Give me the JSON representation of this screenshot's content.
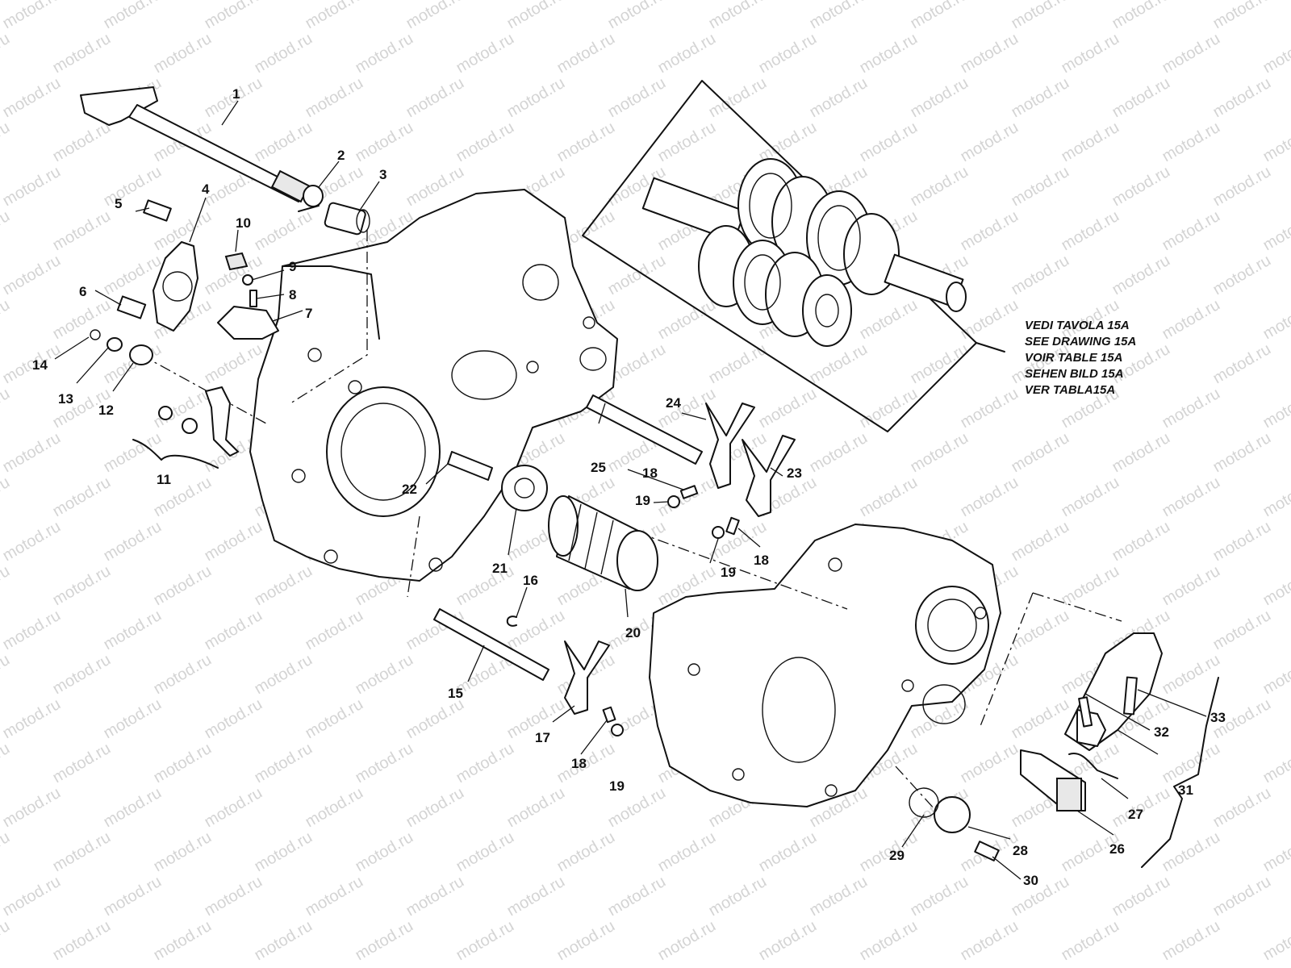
{
  "watermark": "motod.ru",
  "note_lines": [
    "VEDI TAVOLA 15A",
    "SEE DRAWING 15A",
    "VOIR TABLE 15A",
    "SEHEN BILD 15A",
    "VER TABLA15A"
  ],
  "callouts": [
    "1",
    "2",
    "3",
    "4",
    "5",
    "6",
    "7",
    "8",
    "9",
    "10",
    "11",
    "12",
    "13",
    "14",
    "15",
    "16",
    "17",
    "18",
    "19",
    "20",
    "21",
    "22",
    "23",
    "24",
    "25",
    "18",
    "19",
    "18",
    "19",
    "26",
    "27",
    "28",
    "29",
    "30",
    "31",
    "32",
    "33"
  ],
  "colors": {
    "line": "#111111",
    "watermark": "#d4d4d4",
    "background": "#ffffff"
  }
}
